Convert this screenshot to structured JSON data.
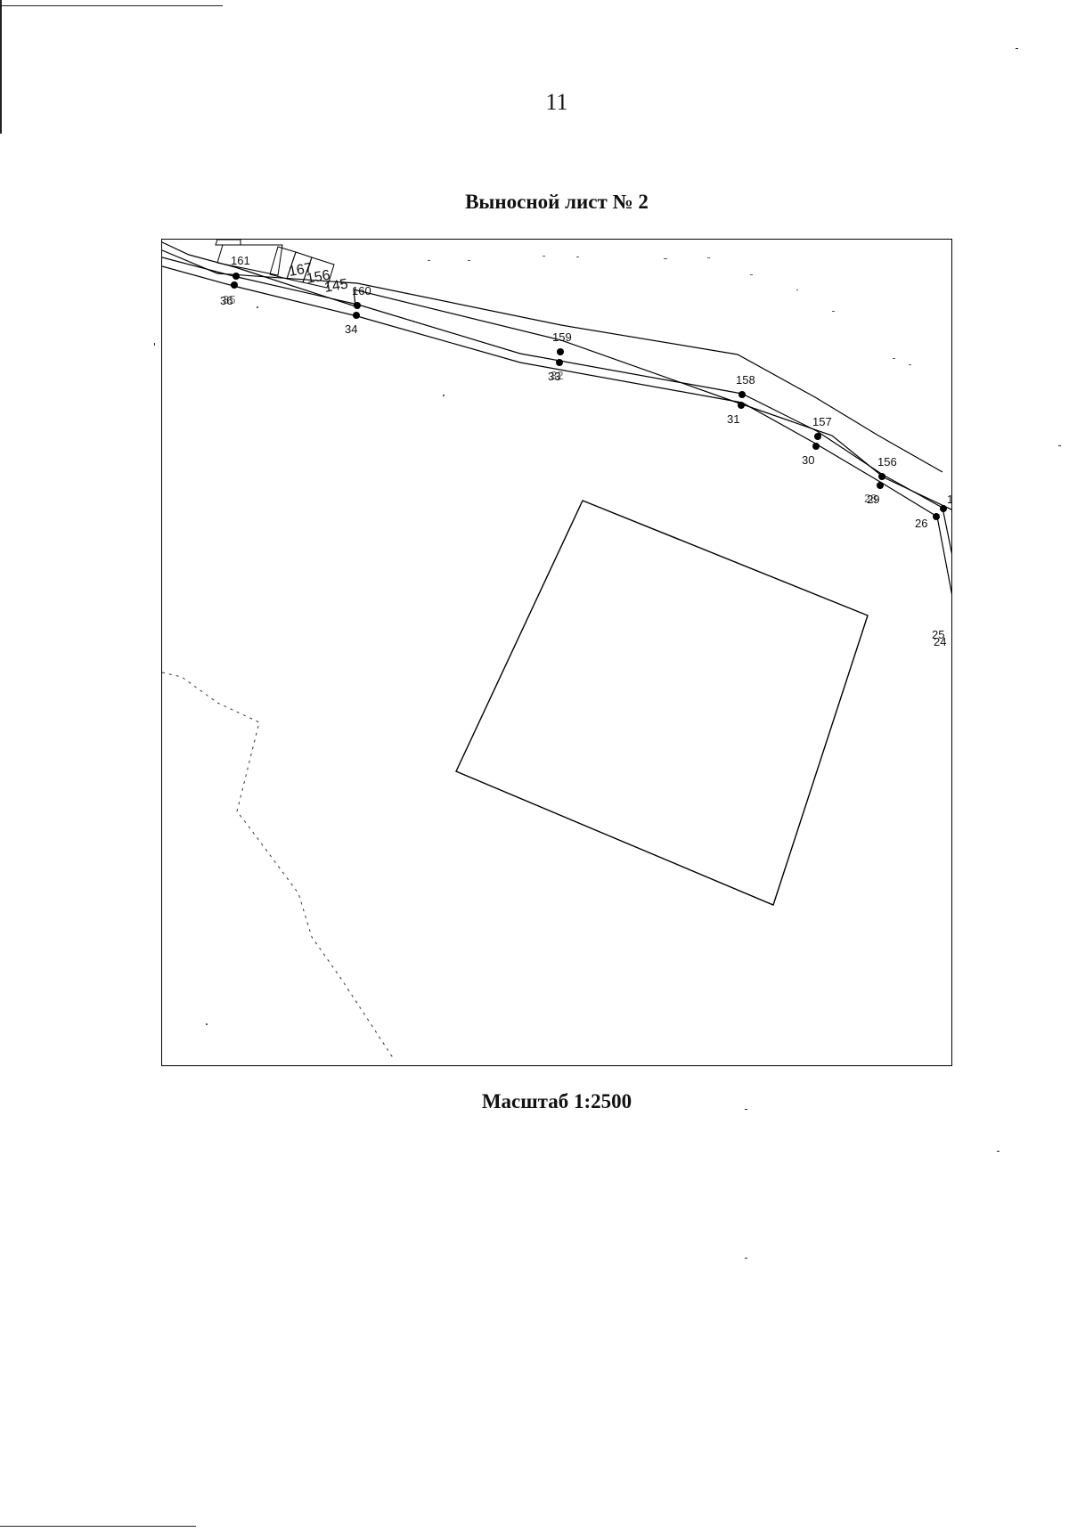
{
  "page": {
    "number": "11",
    "title": "Выносной лист № 2",
    "scale": "Масштаб 1:2500"
  },
  "map": {
    "upper_boundary_points": [
      "161",
      "160",
      "159",
      "158",
      "157",
      "156"
    ],
    "lower_boundary_points": [
      "36",
      "34",
      "33",
      "31",
      "30",
      "29",
      "26"
    ],
    "edge_labels": [
      "1",
      "25",
      "24"
    ],
    "building_labels": [
      "167",
      "156",
      "145"
    ],
    "overlap_labels": [
      "35",
      "32",
      "28"
    ],
    "colors": {
      "line": "#000000",
      "background": "#ffffff",
      "dashed": "#333333"
    }
  }
}
